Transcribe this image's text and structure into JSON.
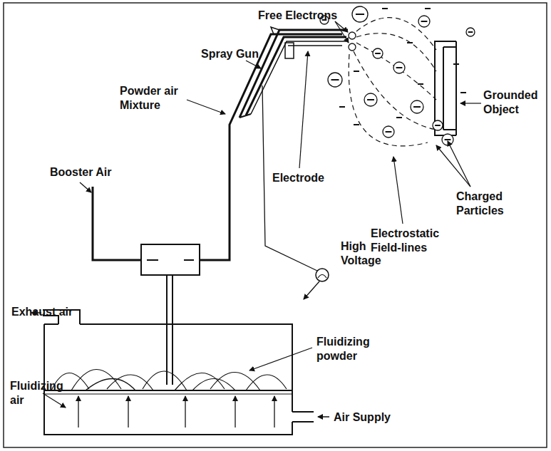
{
  "diagram": {
    "labels": [
      "Free Electrons",
      "Spray Gun",
      "Powder air Mixture",
      "Booster Air",
      "Electrode",
      "High Voltage",
      "Grounded Object",
      "Charged Particles",
      "Electrostatic Field-lines",
      "Exhaust air",
      "Fluidizing powder",
      "Fluidizing air",
      "Air Supply"
    ]
  }
}
